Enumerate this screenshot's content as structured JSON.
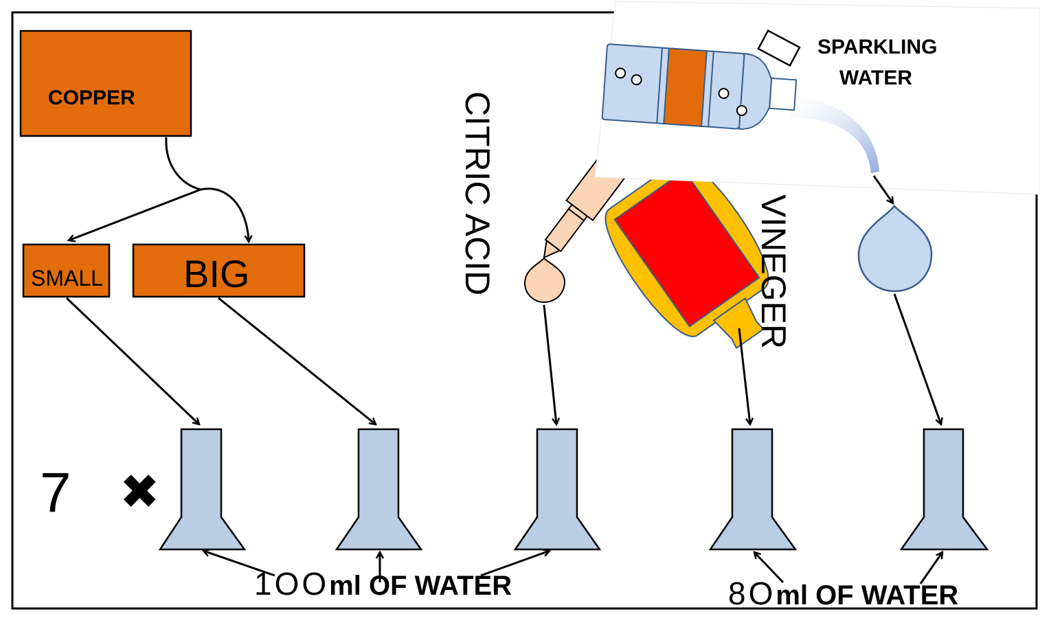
{
  "labels": {
    "copper": "COPPER",
    "small": "SMALL",
    "big": "BIG",
    "citric_acid": "CITRIC ACID",
    "vinegar": "VINEGER",
    "sparkling_line1": "SPARKLING",
    "sparkling_line2": "WATER",
    "water_100_prefix": "1OO",
    "water_100_suffix": "ml OF WATER",
    "water_80_prefix": "8O",
    "water_80_suffix": "ml OF WATER",
    "count": "7",
    "times": "✖"
  },
  "colors": {
    "copper": "#e36c0a",
    "flask": "#b9cde5",
    "drop_water": "#c6d9f1",
    "drop_citric": "#fbd5b5",
    "vinegar_red": "#ff0000",
    "vinegar_yellow": "#ffc000",
    "stroke": "#000000",
    "bottle_stroke": "#385d8a"
  }
}
